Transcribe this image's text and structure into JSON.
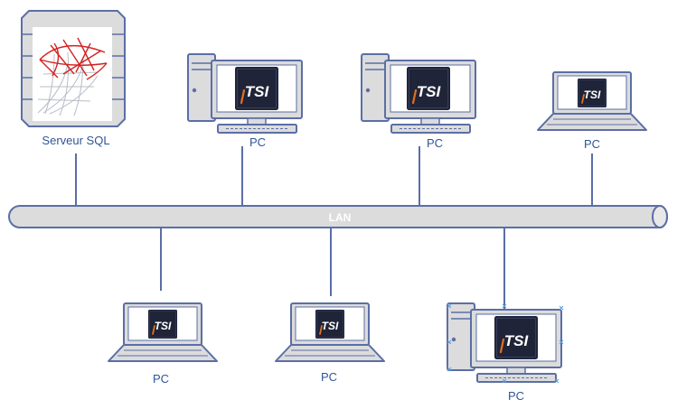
{
  "colors": {
    "stroke": "#5b6ea6",
    "fill": "#dcdcdc",
    "screen": "#ffffff",
    "logo_bg": "#1f2438",
    "logo_accent": "#e0701e",
    "label": "#2f5597",
    "selection": "#5aa0e0"
  },
  "server": {
    "label": "Serveur SQL",
    "icon": "sql-server-icon"
  },
  "bus": {
    "label": "LAN"
  },
  "logo_text": "TSI",
  "nodes": [
    {
      "kind": "desktop",
      "label": "PC"
    },
    {
      "kind": "desktop",
      "label": "PC"
    },
    {
      "kind": "laptop",
      "label": "PC"
    },
    {
      "kind": "laptop",
      "label": "PC"
    },
    {
      "kind": "laptop",
      "label": "PC"
    },
    {
      "kind": "desktop",
      "label": "PC",
      "selected": true
    }
  ]
}
